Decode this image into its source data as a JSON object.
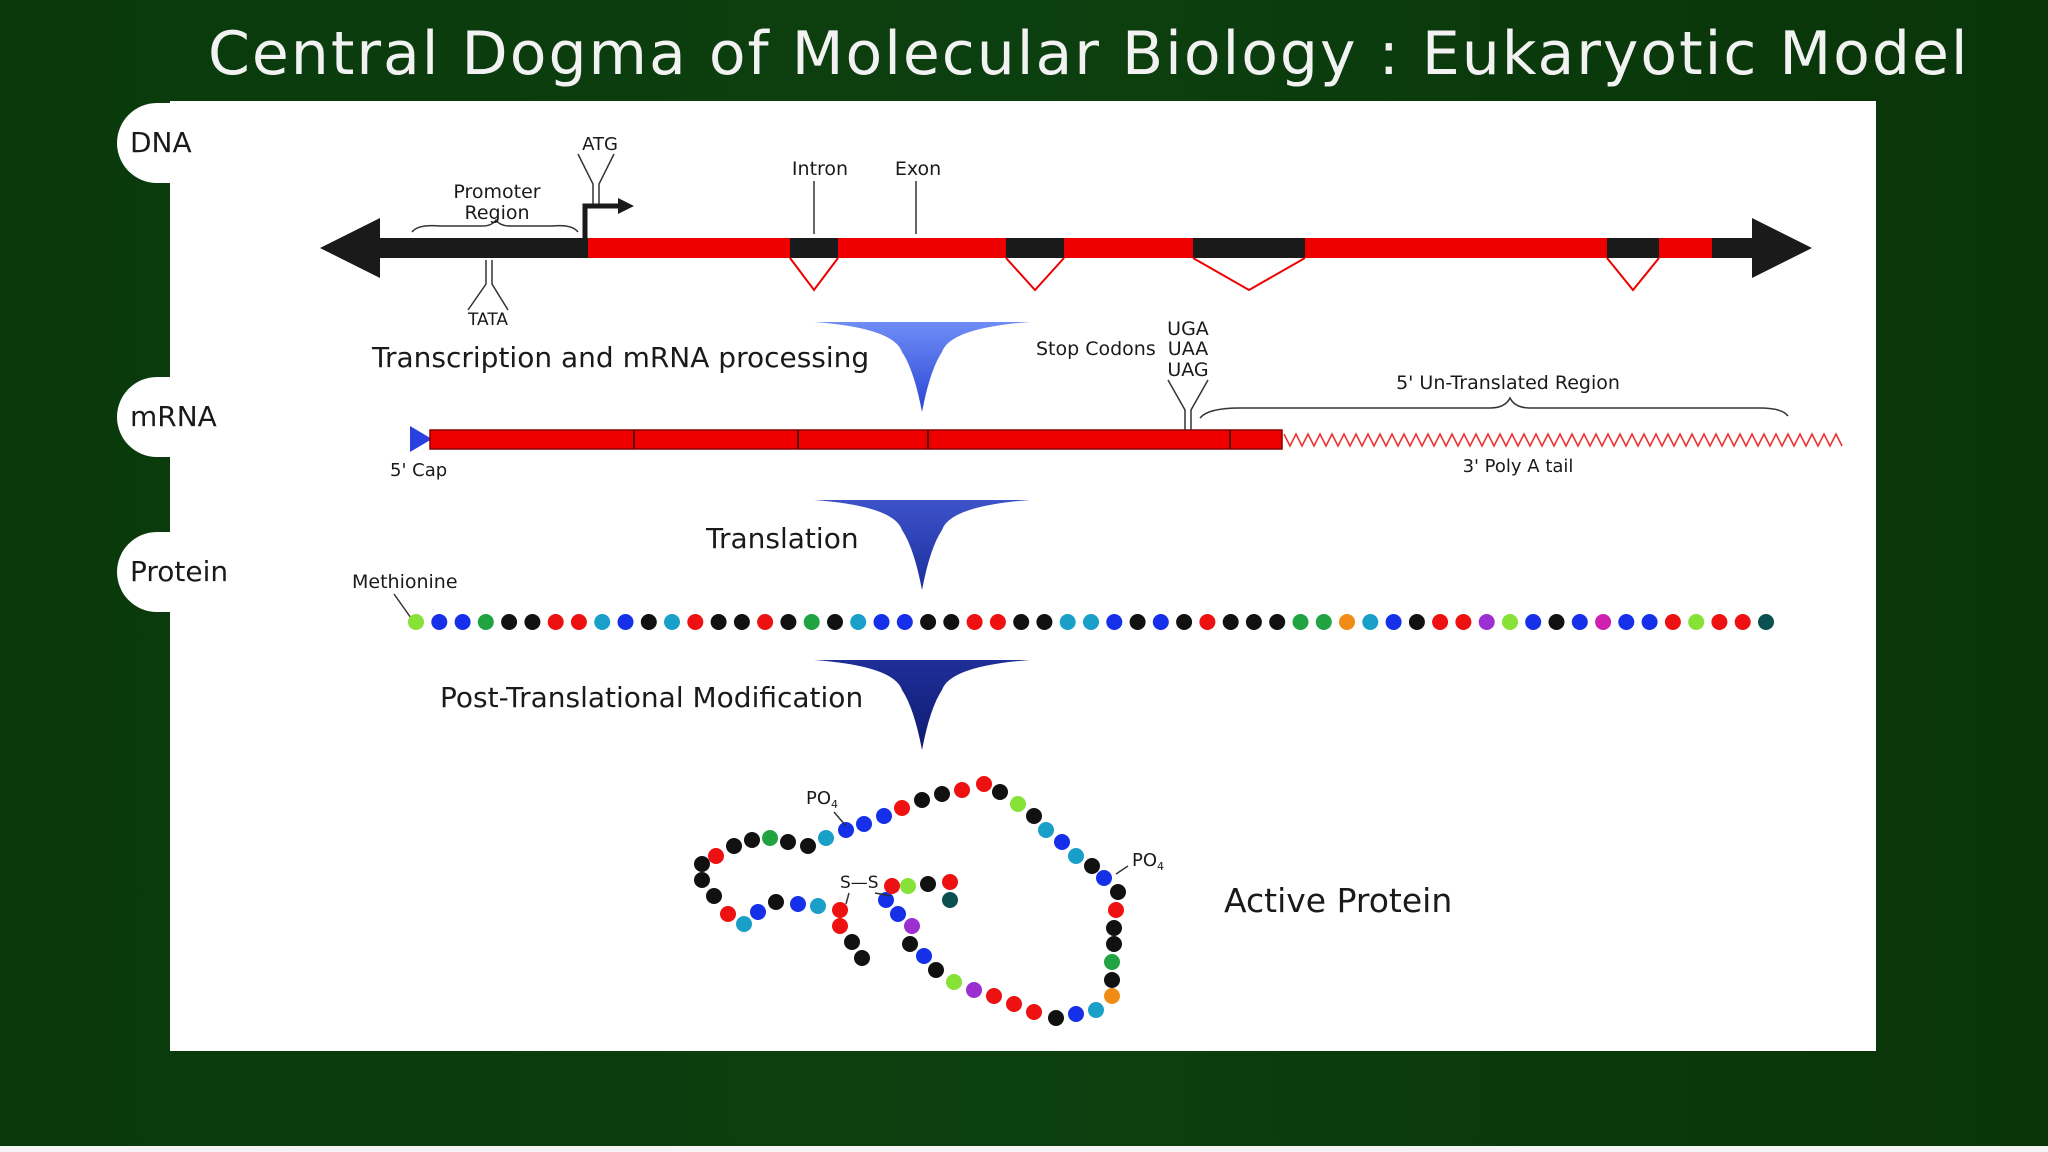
{
  "slide": {
    "title": "Central Dogma of Molecular Biology : Eukaryotic Model"
  },
  "tabs": {
    "dna": "DNA",
    "mrna": "mRNA",
    "protein": "Protein"
  },
  "dna": {
    "promoter_region_line1": "Promoter",
    "promoter_region_line2": "Region",
    "atg": "ATG",
    "tata": "TATA",
    "intron": "Intron",
    "exon": "Exon"
  },
  "steps": {
    "transcription": "Transcription and mRNA processing",
    "translation": "Translation",
    "ptm": "Post-Translational Modification"
  },
  "mrna": {
    "stop_codons": "Stop Codons",
    "uga": "UGA",
    "uaa": "UAA",
    "uag": "UAG",
    "utr": "5' Un-Translated Region",
    "cap": "5' Cap",
    "polya": "3' Poly A tail"
  },
  "protein": {
    "methionine": "Methionine",
    "po4": "PO",
    "po4_sub": "4",
    "disulfide": "S—S",
    "active": "Active Protein"
  },
  "colors": {
    "exon_red": "#ee0000",
    "intron_black": "#1a1a1a",
    "arrow_blue": "#3a55d8",
    "background_green": "#0b3c0d"
  }
}
